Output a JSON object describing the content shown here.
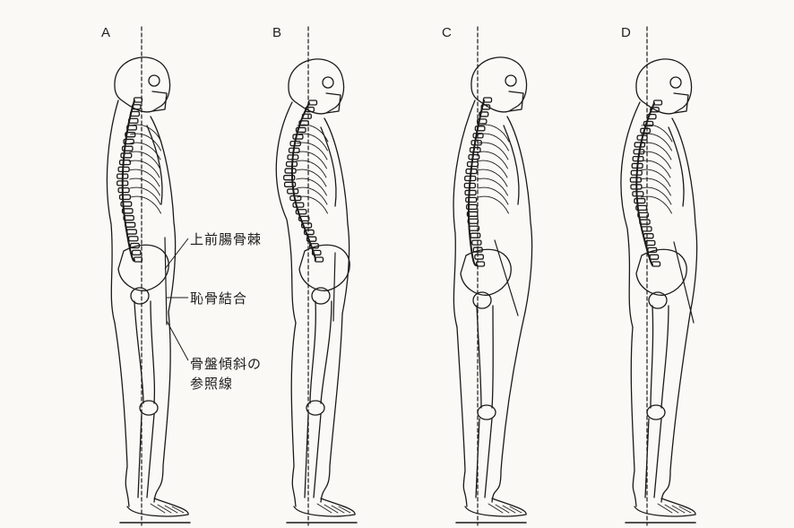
{
  "panels": [
    {
      "label": "A"
    },
    {
      "label": "B"
    },
    {
      "label": "C"
    },
    {
      "label": "D"
    }
  ],
  "annotations": {
    "asis": "上前腸骨棘",
    "pubic_symphysis": "恥骨結合",
    "pelvic_tilt_line_1": "骨盤傾斜の",
    "pelvic_tilt_line_2": "参照線"
  },
  "colors": {
    "line": "#1a1a1a",
    "background": "#fbf9f5"
  }
}
